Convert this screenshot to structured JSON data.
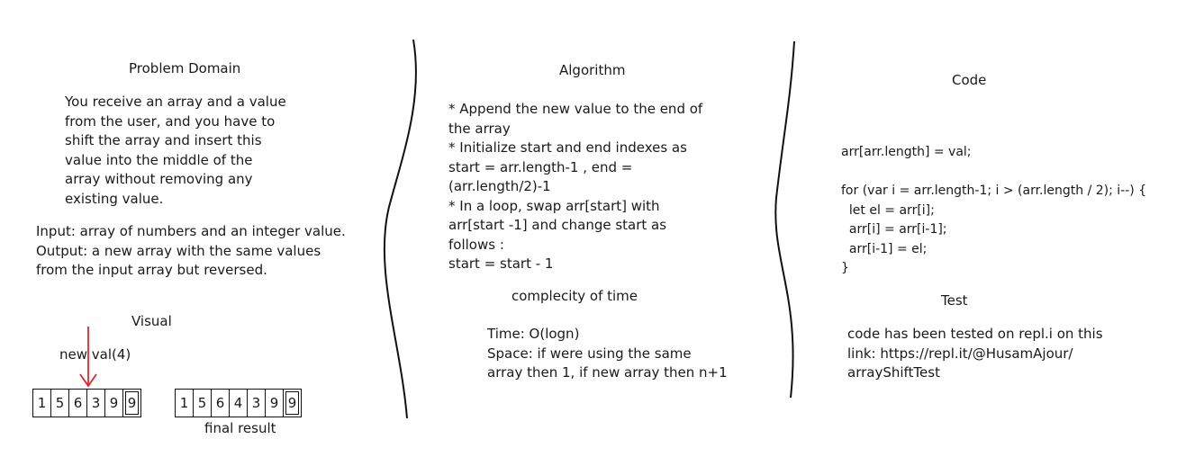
{
  "problem_domain": {
    "title": "Problem Domain",
    "description": [
      "You receive an array and a value",
      "from the user, and you have to",
      "shift the array and insert this",
      "value into the middle of the",
      "array without removing any",
      "existing value."
    ],
    "io": [
      "Input: array of numbers and an integer value.",
      "Output: a new array with the same values",
      "from the input array but reversed."
    ]
  },
  "visual": {
    "title": "Visual",
    "new_val_label": "new val(4)",
    "input_array": [
      "1",
      "5",
      "6",
      "3",
      "9",
      "9"
    ],
    "result_array": [
      "1",
      "5",
      "6",
      "4",
      "3",
      "9",
      "9"
    ],
    "result_caption": "final result",
    "arrow_color": "#e0262c"
  },
  "algorithm": {
    "title": "Algorithm",
    "steps": [
      "* Append the new value to the end of",
      "the array",
      "* Initialize start and end indexes as",
      "start = arr.length-1 , end =",
      "(arr.length/2)-1",
      "* In a loop, swap arr[start] with",
      "arr[start -1] and change start as",
      "follows :",
      "start = start - 1"
    ],
    "complexity_title": "complecity of time",
    "complexity": [
      "Time: O(logn)",
      "Space: if were using the same",
      "array then 1, if new array then n+1"
    ]
  },
  "code": {
    "title": "Code",
    "lines": [
      "arr[arr.length] = val;",
      "",
      "for (var i = arr.length-1; i > (arr.length / 2); i--) {",
      "  let el = arr[i];",
      "  arr[i] = arr[i-1];",
      "  arr[i-1] = el;",
      "}"
    ],
    "test_title": "Test",
    "test_lines": [
      "code has been tested on repl.i on this",
      "link: https://repl.it/@HusamAjour/",
      "arrayShiftTest"
    ]
  }
}
